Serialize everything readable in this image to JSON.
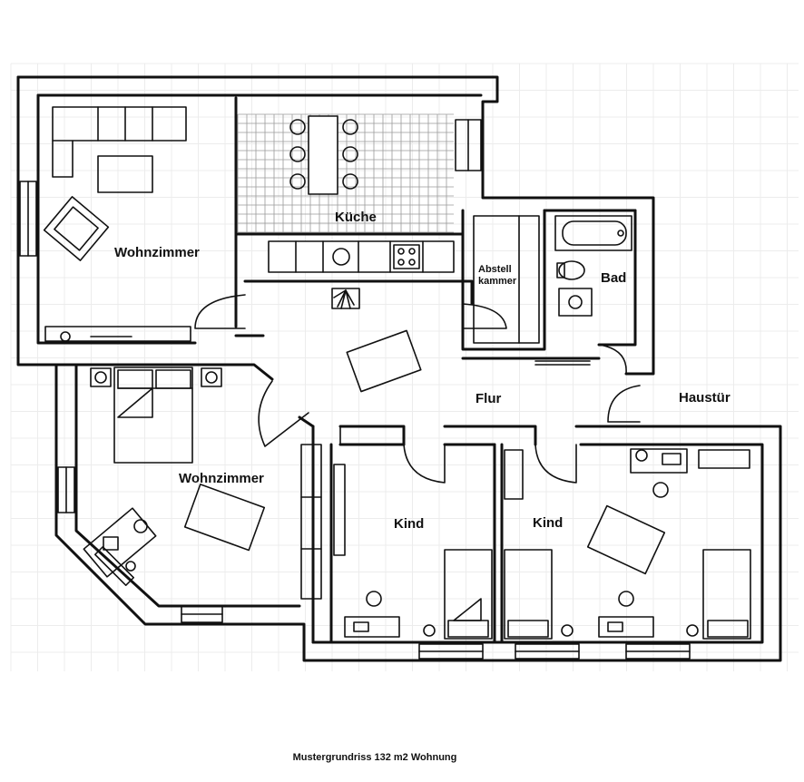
{
  "rooms": {
    "wohnzimmer_1": "Wohnzimmer",
    "kueche": "Küche",
    "abstellkammer_line1": "Abstell",
    "abstellkammer_line2": "kammer",
    "bad": "Bad",
    "flur": "Flur",
    "haustuer": "Haustür",
    "wohnzimmer_2": "Wohnzimmer",
    "kind_1": "Kind",
    "kind_2": "Kind"
  },
  "caption": "Mustergrundriss 132 m2 Wohnung"
}
